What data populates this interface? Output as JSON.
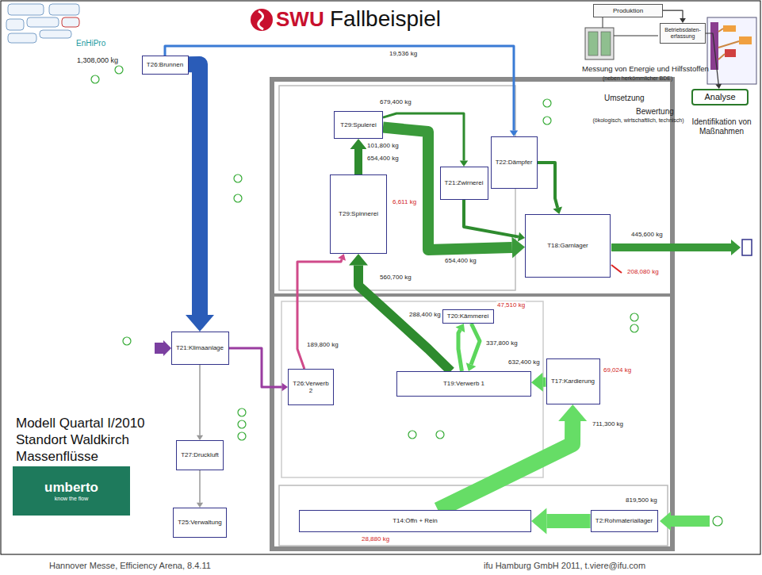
{
  "diagram": {
    "title": "Fallbeispiel",
    "nodes": [
      {
        "text": [
          "Produktion"
        ]
      },
      {
        "text": [
          "Betriebsdaten-erfassung"
        ]
      },
      {
        "text": [
          "Analyse"
        ]
      },
      {
        "text": [
          "T26:Brunnen"
        ]
      },
      {
        "text": [
          "T29:Spulerei"
        ]
      },
      {
        "text": [
          "T29:Spinnerei"
        ]
      },
      {
        "text": [
          "T21:Zwirnerei"
        ]
      },
      {
        "text": [
          "T22:Dämpfer"
        ]
      },
      {
        "text": [
          "T18:Garnlager"
        ]
      },
      {
        "text": [
          "T21:Klimaanlage"
        ]
      },
      {
        "text": [
          "T26:Verwerb 2"
        ]
      },
      {
        "text": [
          "T20:Kämmerei"
        ]
      },
      {
        "text": [
          "T19:Verwerb 1"
        ]
      },
      {
        "text": [
          "T17:Kardierung"
        ]
      },
      {
        "text": [
          "T14:Öffn + Rein"
        ]
      },
      {
        "text": [
          "T2:Rohmateriallager"
        ]
      },
      {
        "text": [
          "T27:Druckluft"
        ]
      },
      {
        "text": [
          "T25:Verwaltung"
        ]
      },
      {
        "text": [
          "umberto",
          "know the flow"
        ]
      }
    ],
    "edges": [
      {
        "from": 0,
        "to": 1,
        "arrow": "to"
      },
      {
        "from": 1,
        "to": 2,
        "arrow": "to"
      },
      {
        "from": 3,
        "to": 9,
        "arrow": "to"
      },
      {
        "from": 3,
        "to": 7,
        "arrow": "to"
      },
      {
        "from": 5,
        "to": 4,
        "arrow": "to"
      },
      {
        "from": 4,
        "to": 6,
        "arrow": "to"
      },
      {
        "from": 6,
        "to": 8,
        "arrow": "to"
      },
      {
        "from": 4,
        "to": 8,
        "arrow": "to"
      },
      {
        "from": 7,
        "to": 8,
        "arrow": "to"
      },
      {
        "from": 12,
        "to": 5,
        "arrow": "to"
      },
      {
        "from": 13,
        "to": 12,
        "arrow": "to"
      },
      {
        "from": 12,
        "to": 11,
        "arrow": "to"
      },
      {
        "from": 11,
        "to": 12,
        "arrow": "to"
      },
      {
        "from": 14,
        "to": 13,
        "arrow": "to"
      },
      {
        "from": 15,
        "to": 14,
        "arrow": "to"
      },
      {
        "from": 9,
        "to": 10,
        "arrow": "to"
      },
      {
        "from": 10,
        "to": 5,
        "arrow": "to"
      },
      {
        "from": 9,
        "to": 16,
        "arrow": "to"
      },
      {
        "from": 16,
        "to": 17,
        "arrow": "to"
      }
    ],
    "labels": [
      "SWU",
      "EnHiPro",
      "Messung von Energie und Hilfsstoffen",
      "(neben herkömmlicher BDE)",
      "Umsetzung",
      "Bewertung",
      "(ökologisch, wirtschaftlich, technisch)",
      "Identifikation von Maßnahmen",
      "1,308,000 kg",
      "19,536 kg",
      "679,400 kg",
      "101,800 kg",
      "654,400 kg",
      "6,611 kg",
      "654,400 kg",
      "445,600 kg",
      "208,080 kg",
      "47,510 kg",
      "189,800 kg",
      "560,700 kg",
      "288,400 kg",
      "337,800 kg",
      "632,400 kg",
      "69,024 kg",
      "711,300 kg",
      "819,500 kg",
      "28,880 kg",
      "Modell Quartal I/2010",
      "Standort Waldkirch",
      "Massenflüsse",
      "Hannover Messe, Efficiency Arena, 8.4.11",
      "ifu Hamburg GmbH 2011, t.viere@ifu.com"
    ]
  }
}
